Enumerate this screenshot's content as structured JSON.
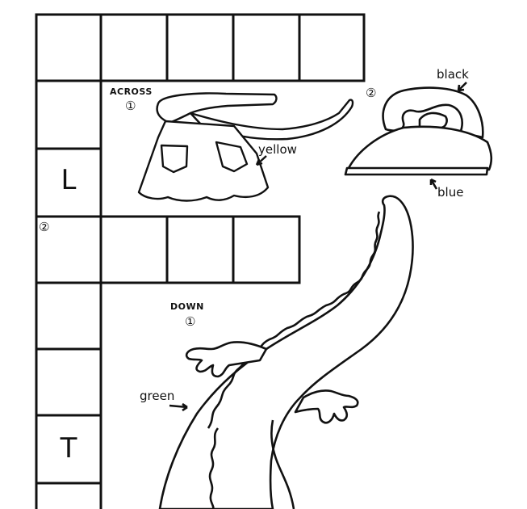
{
  "crossword": {
    "across_heading": "ACROSS",
    "down_heading": "DOWN",
    "clue_numbers": {
      "across_1": "①",
      "across_2": "②",
      "down_1": "①"
    },
    "grid_letters": {
      "down_row_3": "L",
      "down_row_7": "T"
    }
  },
  "pictures": {
    "apron": {
      "color_label": "yellow"
    },
    "iron": {
      "color_label_handle": "black",
      "color_label_base": "blue"
    },
    "alligator": {
      "color_label": "green"
    }
  },
  "colors": {
    "ink": "#111111",
    "paper": "#ffffff"
  }
}
